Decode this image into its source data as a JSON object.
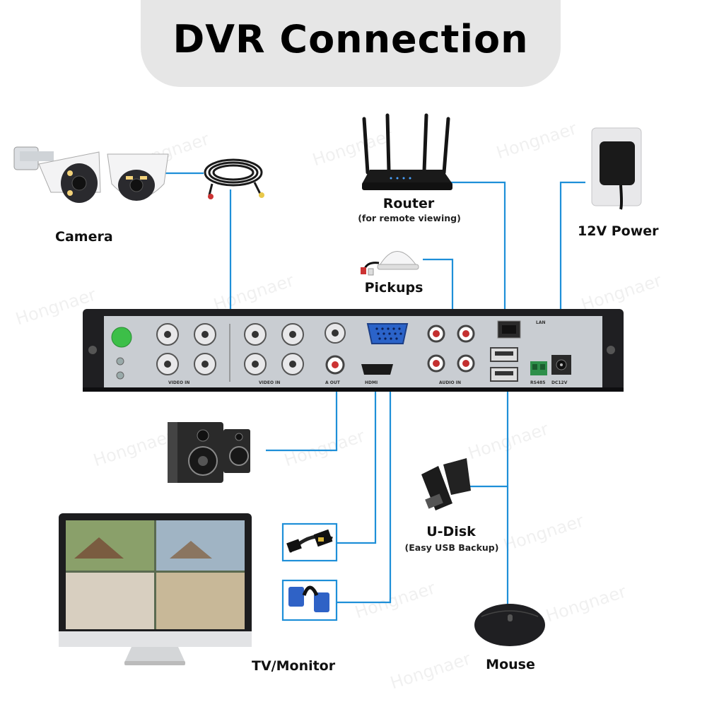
{
  "title": "DVR Connection",
  "labels": {
    "camera": "Camera",
    "router": "Router",
    "router_sub": "(for remote viewing)",
    "power": "12V Power",
    "pickups": "Pickups",
    "udisk": "U-Disk",
    "udisk_sub": "(Easy USB Backup)",
    "tv": "TV/Monitor",
    "mouse": "Mouse"
  },
  "dvr_ports": {
    "video_in_1": "VIDEO IN",
    "video_in_2": "VIDEO IN",
    "a_out": "A OUT",
    "hdmi": "HDMI",
    "audio_in": "AUDIO IN",
    "lan": "LAN",
    "rs485": "RS485",
    "dc12v": "DC12V"
  },
  "watermark_text": "Hongnaer",
  "colors": {
    "connector_line": "#1e8fd8",
    "dvr_body": "#1f1f22",
    "dvr_panel": "#c9cdd2",
    "banner": "#e6e6e6"
  },
  "icons": [
    "bullet-camera-icon",
    "dome-camera-icon",
    "cable-coil-icon",
    "router-icon",
    "power-adapter-icon",
    "microphone-pickup-icon",
    "speaker-icon",
    "usb-drive-icon",
    "monitor-icon",
    "hdmi-cable-icon",
    "vga-cable-icon",
    "mouse-icon"
  ]
}
